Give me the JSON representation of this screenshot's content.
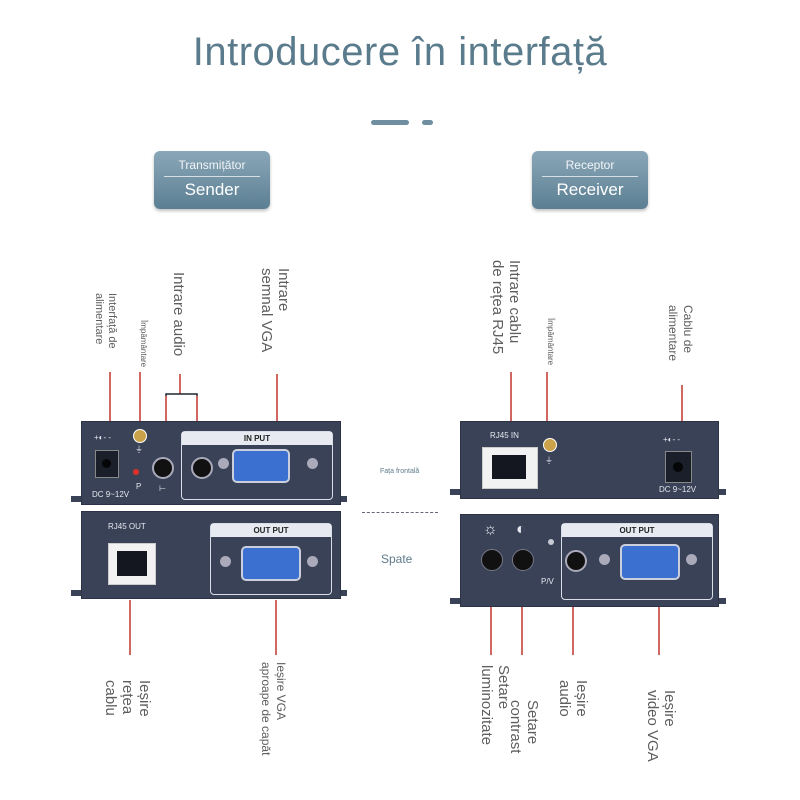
{
  "title": "Introducere în interfață",
  "sender_badge": {
    "top": "Transmițător",
    "bottom": "Sender"
  },
  "receiver_badge": {
    "top": "Receptor",
    "bottom": "Receiver"
  },
  "center": {
    "front": "Fața frontală",
    "back": "Spate"
  },
  "sender_labels": {
    "power": "Interfață de\nalimentare",
    "ground": "Împământare",
    "audio_in": "Intrare audio",
    "vga_in": "Intrare\nsemnal VGA",
    "net_out": "Ieșire\nrețea\ncablu",
    "vga_out": "Ieșire VGA\naproape de capăt"
  },
  "receiver_labels": {
    "rj45_in": "Intrare cablu\nde rețea RJ45",
    "ground": "Împământare",
    "power": "Cablu de\nalimentare",
    "brightness": "Setare\nluminozitate",
    "contrast": "Setare\ncontrast",
    "audio_out": "Ieșire\naudio",
    "vga_out": "Ieșire\nvideo VGA"
  },
  "sender_device": {
    "dc_symbol": "+◐- -",
    "dc_text": "DC 9~12V",
    "p_text": "P",
    "input_title": "IN   PUT",
    "rj45_out": "RJ45 OUT",
    "output_title": "OUT  PUT"
  },
  "receiver_device": {
    "rj45_in": "RJ45 IN",
    "dc_symbol": "+◐- -",
    "dc_text": "DC 9~12V",
    "output_title": "OUT  PUT",
    "pv_text": "P/V",
    "sun_icon": "☼",
    "contrast_icon": "◐"
  },
  "colors": {
    "title": "#5a7b8c",
    "device": "#3a4258",
    "line": "#c0362c",
    "vga": "#3b6fd0"
  }
}
